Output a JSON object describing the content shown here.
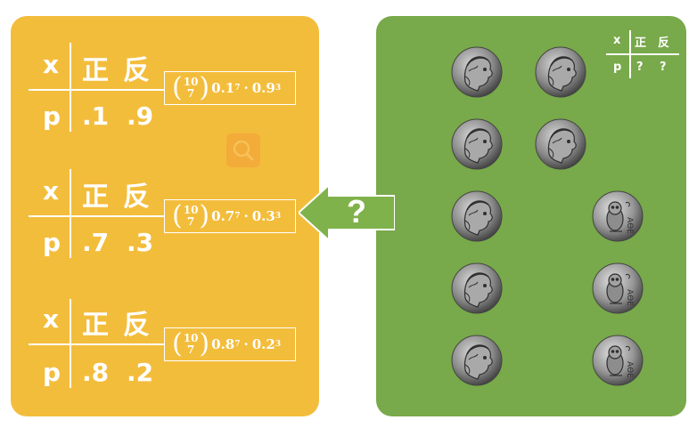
{
  "tables": [
    {
      "x_label": "x",
      "p_label": "p",
      "heads": "正",
      "tails": "反",
      "p_heads": ".1",
      "p_tails": ".9",
      "formula": {
        "n": "10",
        "k": "7",
        "base1": "0.1",
        "exp1": "7",
        "dot": "·",
        "base2": "0.9",
        "exp2": "3"
      }
    },
    {
      "x_label": "x",
      "p_label": "p",
      "heads": "正",
      "tails": "反",
      "p_heads": ".7",
      "p_tails": ".3",
      "formula": {
        "n": "10",
        "k": "7",
        "base1": "0.7",
        "exp1": "7",
        "dot": "·",
        "base2": "0.3",
        "exp2": "3"
      }
    },
    {
      "x_label": "x",
      "p_label": "p",
      "heads": "正",
      "tails": "反",
      "p_heads": ".8",
      "p_tails": ".2",
      "formula": {
        "n": "10",
        "k": "7",
        "base1": "0.8",
        "exp1": "7",
        "dot": "·",
        "base2": "0.2",
        "exp2": "3"
      }
    }
  ],
  "arrow_label": "?",
  "mini_table": {
    "x_label": "x",
    "heads": "正",
    "tails": "反",
    "p_label": "p",
    "p_heads": "?",
    "p_tails": "?"
  },
  "coins": [
    {
      "side": "heads"
    },
    {
      "side": "heads"
    },
    {
      "side": "heads"
    },
    {
      "side": "heads"
    },
    {
      "side": "heads"
    },
    {
      "side": "tails"
    },
    {
      "side": "heads"
    },
    {
      "side": "tails"
    },
    {
      "side": "heads"
    },
    {
      "side": "tails"
    }
  ],
  "colors": {
    "left_panel": "#f3bd3c",
    "right_panel": "#78a94a",
    "arrow": "#7fb24a"
  },
  "icons": [
    "search-icon",
    "arrow-left-icon",
    "coin-icon"
  ]
}
